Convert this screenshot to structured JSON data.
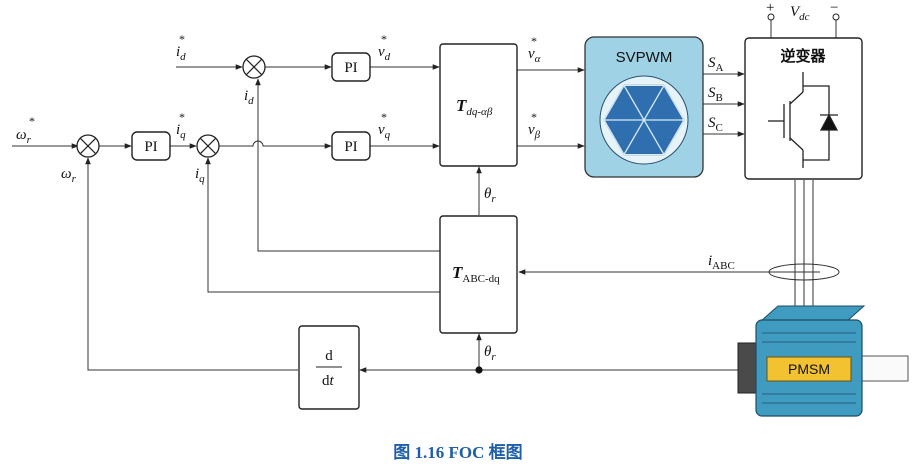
{
  "caption": "图 1.16   FOC 框图",
  "signals": {
    "omega_r": "ω",
    "omega_sub": "r",
    "id": "i",
    "id_sub": "d",
    "iq": "i",
    "iq_sub": "q",
    "vd": "v",
    "vd_sub": "d",
    "vq": "v",
    "vq_sub": "q",
    "valpha": "v",
    "valpha_sub": "α",
    "vbeta": "v",
    "vbeta_sub": "β",
    "theta": "θ",
    "theta_sub": "r",
    "iabc": "i",
    "iabc_sub": "ABC",
    "sa": "S",
    "sa_sub": "A",
    "sb": "S",
    "sb_sub": "B",
    "sc": "S",
    "sc_sub": "C",
    "vdc": "V",
    "vdc_sub": "dc",
    "plus": "+",
    "minus": "−",
    "star": "*"
  },
  "blocks": {
    "pi": "PI",
    "t_dq": "T",
    "t_dq_sub": "dq-αβ",
    "t_abc": "T",
    "t_abc_sub": "ABC-dq",
    "svpwm": "SVPWM",
    "inverter": "逆变器",
    "d_num": "d",
    "d_den_d": "d",
    "d_den_t": "t",
    "pmsm": "PMSM"
  },
  "colors": {
    "caption": "#1f5ea8",
    "svpwm_fill": "#9fd2e4",
    "hexagon_fill": "#2f6fb0",
    "motor_fill": "#3f9bbf",
    "pmsm_label_fill": "#f2c230"
  }
}
